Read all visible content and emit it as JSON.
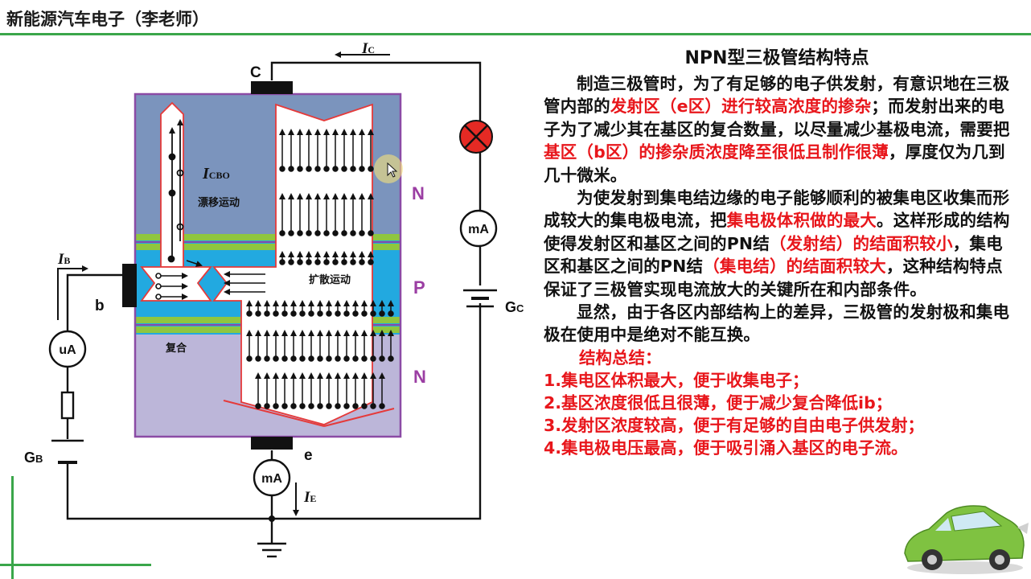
{
  "header": {
    "title": "新能源汽车电子（李老师）"
  },
  "diagram": {
    "labels": {
      "c": "C",
      "b": "b",
      "e": "e",
      "n_top": "N",
      "p": "P",
      "n_bottom": "N",
      "ic": "I",
      "ic_sub": "C",
      "ib": "I",
      "ib_sub": "B",
      "ie": "I",
      "ie_sub": "E",
      "icbo": "I",
      "icbo_sub": "CBO",
      "drift": "漂移运动",
      "diffusion": "扩散运动",
      "recombine": "复合",
      "gc": "G",
      "gc_sub": "C",
      "gb": "G",
      "gb_sub": "B",
      "ma_top": "mA",
      "ma_bottom": "mA",
      "ua": "uA"
    },
    "colors": {
      "collector": "#7b94bd",
      "base": "#22a9e0",
      "emitter": "#bcb6d9",
      "junction_green": "#8fc63f",
      "border": "#8b4ba5",
      "flow_red": "#e53a3a",
      "letters": "#9b3ea3"
    }
  },
  "text": {
    "title": "NPN型三极管结构特点",
    "p1": [
      {
        "t": "制造三极管时，为了有足够的电子供发射，有意识地在三极管内部的",
        "red": false
      },
      {
        "t": "发射区（e区）进行较高浓度的掺杂",
        "red": true
      },
      {
        "t": "；而发射出来的电子为了减少其在基区的复合数量，以尽量减少基极电流，需要把",
        "red": false
      },
      {
        "t": "基区（b区）的掺杂质浓度降至很低且制作很薄",
        "red": true
      },
      {
        "t": "，厚度仅为几到几十微米。",
        "red": false
      }
    ],
    "p2": [
      {
        "t": "为使发射到集电结边缘的电子能够顺利的被集电区收集而形成较大的集电极电流，把",
        "red": false
      },
      {
        "t": "集电极体积做的最大",
        "red": true
      },
      {
        "t": "。这样形成的结构使得发射区和基区之间的PN结",
        "red": false
      },
      {
        "t": "（发射结）的结面积较小",
        "red": true
      },
      {
        "t": "，集电区和基区之间的PN结",
        "red": false
      },
      {
        "t": "（集电结）的结面积较大",
        "red": true
      },
      {
        "t": "，这种结构特点保证了三极管实现电流放大的关键所在和内部条件。",
        "red": false
      }
    ],
    "p3": "显然，由于各区内部结构上的差异，三极管的发射极和集电极在使用中是绝对不能互换。",
    "summary_title": "结构总结：",
    "summary": [
      "1.集电区体积最大，便于收集电子；",
      "2.基区浓度很低且很薄，便于减少复合降低ib；",
      "3.发射区浓度较高，便于有足够的自由电子供发射；",
      "4.集电极电压最高，便于吸引涌入基区的电子流。"
    ]
  }
}
